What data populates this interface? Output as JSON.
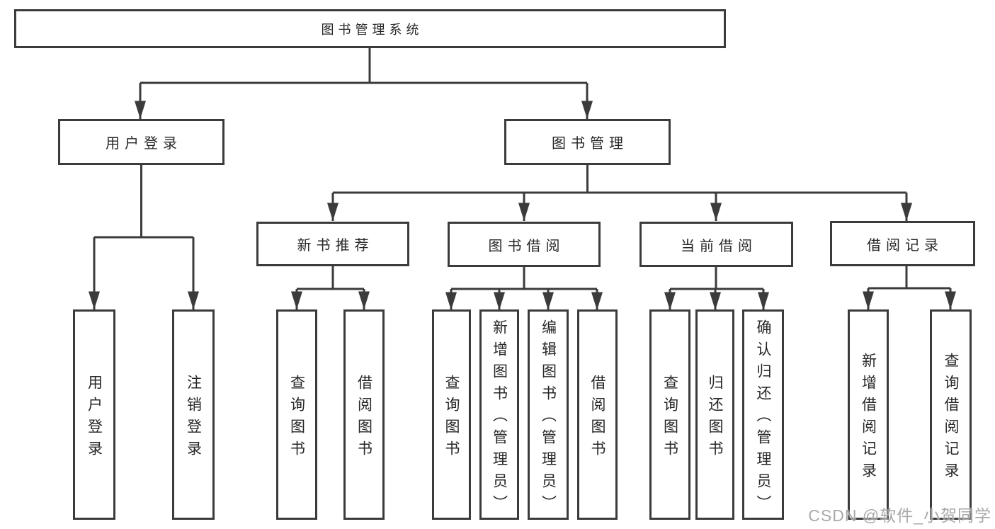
{
  "diagram": {
    "title": "图书管理系统",
    "line_color": "#3b3b3b",
    "text_color": "#262626",
    "background": "#ffffff",
    "nodes": {
      "root": {
        "label": "图书管理系统"
      },
      "user_login": {
        "label": "用户登录"
      },
      "book_mgmt": {
        "label": "图书管理"
      },
      "new_book_rec": {
        "label": "新书推荐"
      },
      "book_borrow": {
        "label": "图书借阅"
      },
      "current_borrow": {
        "label": "当前借阅"
      },
      "borrow_record": {
        "label": "借阅记录"
      },
      "leaf_user_login": {
        "label": "用户登录"
      },
      "leaf_logout": {
        "label": "注销登录"
      },
      "leaf_query_book_1": {
        "label": "查询图书"
      },
      "leaf_borrow_book_1": {
        "label": "借阅图书"
      },
      "leaf_query_book_2": {
        "label": "查询图书"
      },
      "leaf_add_book": {
        "label": "新增图书（管理员）"
      },
      "leaf_edit_book": {
        "label": "编辑图书（管理员）"
      },
      "leaf_borrow_book_2": {
        "label": "借阅图书"
      },
      "leaf_query_book_3": {
        "label": "查询图书"
      },
      "leaf_return_book": {
        "label": "归还图书"
      },
      "leaf_confirm_return": {
        "label": "确认归还（管理员）"
      },
      "leaf_add_borrow_record": {
        "label": "新增借阅记录"
      },
      "leaf_query_borrow_record": {
        "label": "查询借阅记录"
      }
    },
    "edges": [
      [
        "root",
        "user_login"
      ],
      [
        "root",
        "book_mgmt"
      ],
      [
        "user_login",
        "leaf_user_login"
      ],
      [
        "user_login",
        "leaf_logout"
      ],
      [
        "book_mgmt",
        "new_book_rec"
      ],
      [
        "book_mgmt",
        "book_borrow"
      ],
      [
        "book_mgmt",
        "current_borrow"
      ],
      [
        "book_mgmt",
        "borrow_record"
      ],
      [
        "new_book_rec",
        "leaf_query_book_1"
      ],
      [
        "new_book_rec",
        "leaf_borrow_book_1"
      ],
      [
        "book_borrow",
        "leaf_query_book_2"
      ],
      [
        "book_borrow",
        "leaf_add_book"
      ],
      [
        "book_borrow",
        "leaf_edit_book"
      ],
      [
        "book_borrow",
        "leaf_borrow_book_2"
      ],
      [
        "current_borrow",
        "leaf_query_book_3"
      ],
      [
        "current_borrow",
        "leaf_return_book"
      ],
      [
        "current_borrow",
        "leaf_confirm_return"
      ],
      [
        "borrow_record",
        "leaf_add_borrow_record"
      ],
      [
        "borrow_record",
        "leaf_query_borrow_record"
      ]
    ]
  },
  "watermark": {
    "text": "CSDN @软件_小贺同学",
    "color": "#a0a0a0"
  }
}
